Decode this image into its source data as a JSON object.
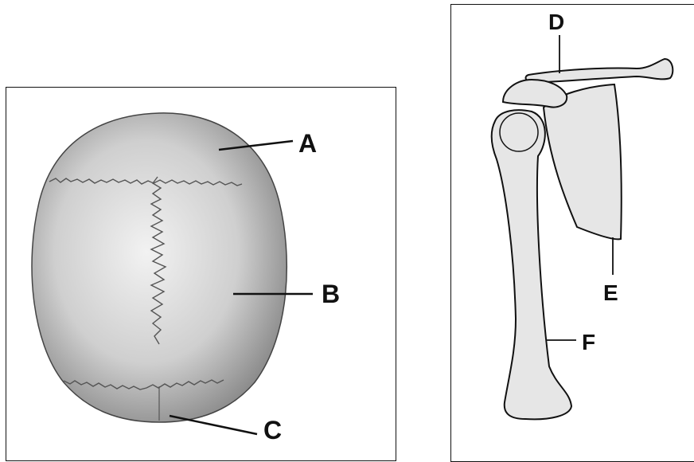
{
  "figure": {
    "left_panel": {
      "subject": "skull-superior-view",
      "labels": [
        "A",
        "B",
        "C"
      ]
    },
    "right_panel": {
      "subject": "shoulder-scapula-humerus",
      "labels": [
        "D",
        "E",
        "F"
      ]
    },
    "colors": {
      "line": "#111111",
      "bone_fill": "#e6e6e6",
      "skull_shade": "#bdbdbd"
    }
  }
}
